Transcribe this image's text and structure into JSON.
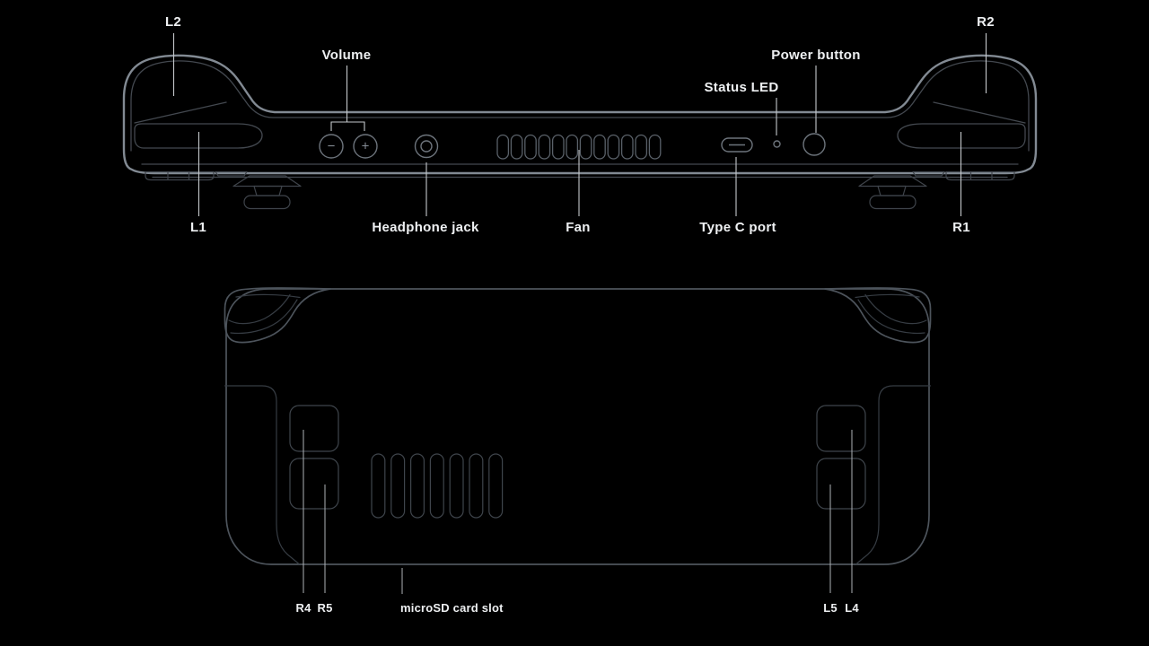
{
  "diagram": {
    "background_color": "#000000",
    "outline_color_bright": "#828a93",
    "outline_color_dim": "#43484f",
    "back_outline_color": "#4d545c",
    "leader_line_color": "#c5c9cc",
    "label_color": "#eef0f2",
    "top_view": {
      "labels": {
        "l2": "L2",
        "volume": "Volume",
        "status_led": "Status LED",
        "power_button": "Power button",
        "r2": "R2",
        "l1": "L1",
        "headphone_jack": "Headphone jack",
        "fan": "Fan",
        "type_c_port": "Type C port",
        "r1": "R1"
      },
      "icons": {
        "minus": "−",
        "plus": "+"
      }
    },
    "back_view": {
      "labels": {
        "r4": "R4",
        "r5": "R5",
        "microsd_card_slot": "microSD card slot",
        "l5": "L5",
        "l4": "L4"
      }
    }
  }
}
